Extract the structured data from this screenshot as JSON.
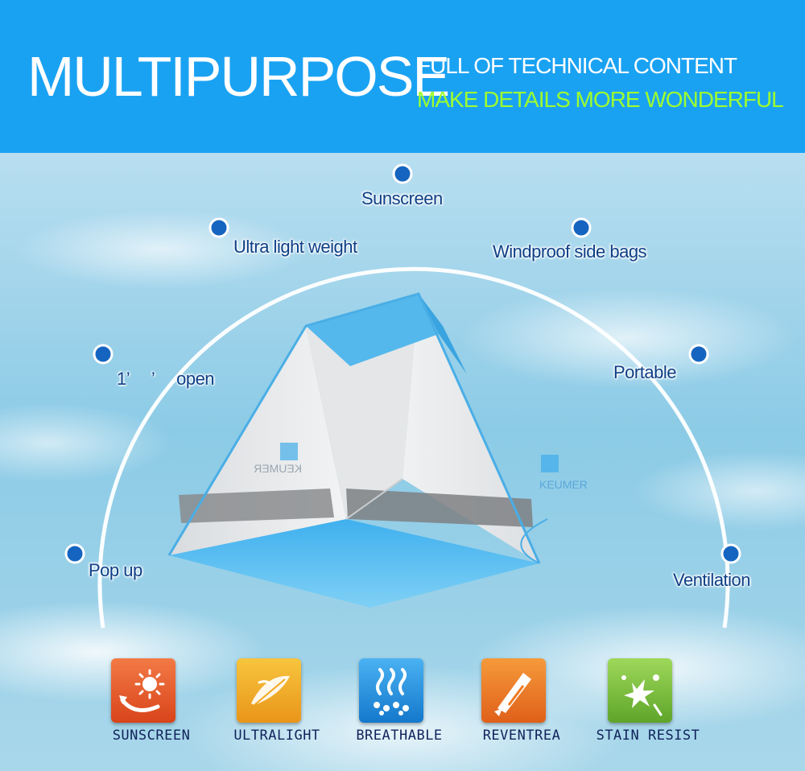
{
  "header": {
    "title": "MULTIPURPOSE",
    "subtitle_line1": "FULL OF TECHNICAL CONTENT",
    "subtitle_line2": "MAKE DETAILS MORE WONDERFUL"
  },
  "colors": {
    "header_bg": "#1aa2f2",
    "subtitle_accent": "#9dff2f",
    "feature_text": "#0d3f86",
    "dot": "#1565c0",
    "tent_blue": "#54b8ec",
    "tent_silver": "#e8e9eb"
  },
  "features": [
    {
      "label": "Sunscreen",
      "icon": "dot-marker"
    },
    {
      "label": "Ultra light weight",
      "icon": "dot-marker"
    },
    {
      "label": "Windproof side bags",
      "icon": "dot-marker"
    },
    {
      "label": "1’ ’ open",
      "icon": "dot-marker"
    },
    {
      "label": "Portable",
      "icon": "dot-marker"
    },
    {
      "label": "Pop up",
      "icon": "dot-marker"
    },
    {
      "label": "Ventilation",
      "icon": "dot-marker"
    }
  ],
  "tent": {
    "brand_left": "KEUMER",
    "brand_right": "KEUMER"
  },
  "badges": [
    {
      "label": "SUNSCREEN",
      "icon": "sun-icon",
      "color": "#e8582b"
    },
    {
      "label": "ULTRALIGHT",
      "icon": "feather-icon",
      "color": "#f1a81e"
    },
    {
      "label": "BREATHABLE",
      "icon": "air-flow-icon",
      "color": "#1d8fe0"
    },
    {
      "label": "REVENTREA",
      "icon": "tear-resist-icon",
      "color": "#ef7a1f"
    },
    {
      "label": "STAIN RESIST",
      "icon": "splash-icon",
      "color": "#7cc33b"
    }
  ]
}
